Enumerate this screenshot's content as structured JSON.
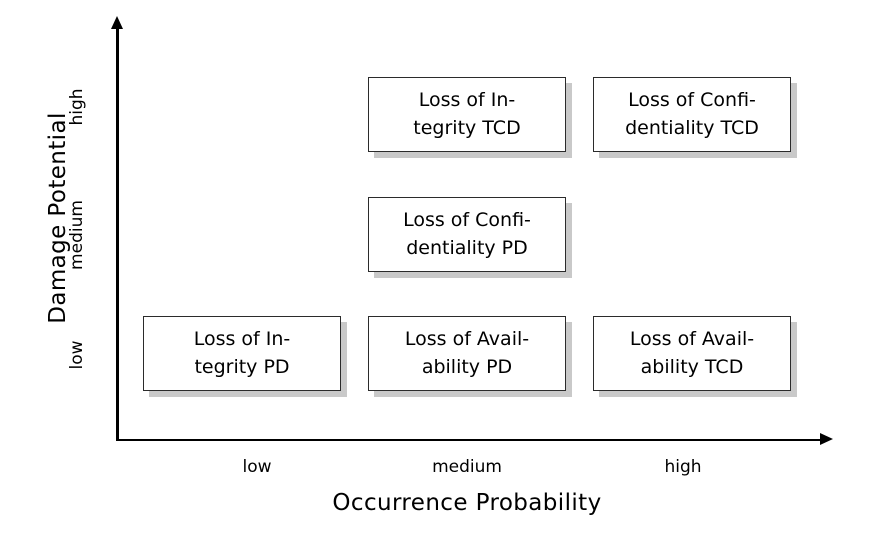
{
  "axes": {
    "y": {
      "title": "Damage Potential",
      "ticks": [
        "high",
        "medium",
        "low"
      ]
    },
    "x": {
      "title": "Occurrence Probability",
      "ticks": [
        "low",
        "medium",
        "high"
      ]
    }
  },
  "boxes": [
    {
      "id": "integrity-tcd",
      "line1": "Loss of In-",
      "line2": "tegrity TCD",
      "occurrence_probability": "medium",
      "damage_potential": "high"
    },
    {
      "id": "confidentiality-tcd",
      "line1": "Loss of Confi-",
      "line2": "dentiality TCD",
      "occurrence_probability": "high",
      "damage_potential": "high"
    },
    {
      "id": "confidentiality-pd",
      "line1": "Loss of Confi-",
      "line2": "dentiality PD",
      "occurrence_probability": "medium",
      "damage_potential": "medium"
    },
    {
      "id": "integrity-pd",
      "line1": "Loss of In-",
      "line2": "tegrity PD",
      "occurrence_probability": "low",
      "damage_potential": "low"
    },
    {
      "id": "availability-pd",
      "line1": "Loss of Avail-",
      "line2": "ability PD",
      "occurrence_probability": "medium",
      "damage_potential": "low"
    },
    {
      "id": "availability-tcd",
      "line1": "Loss of Avail-",
      "line2": "ability TCD",
      "occurrence_probability": "high",
      "damage_potential": "low"
    }
  ],
  "colors": {
    "background": "#ffffff",
    "line": "#000000",
    "box_border": "#2b2b2b",
    "box_fill": "#ffffff",
    "box_shadow": "#c9c9c9"
  }
}
